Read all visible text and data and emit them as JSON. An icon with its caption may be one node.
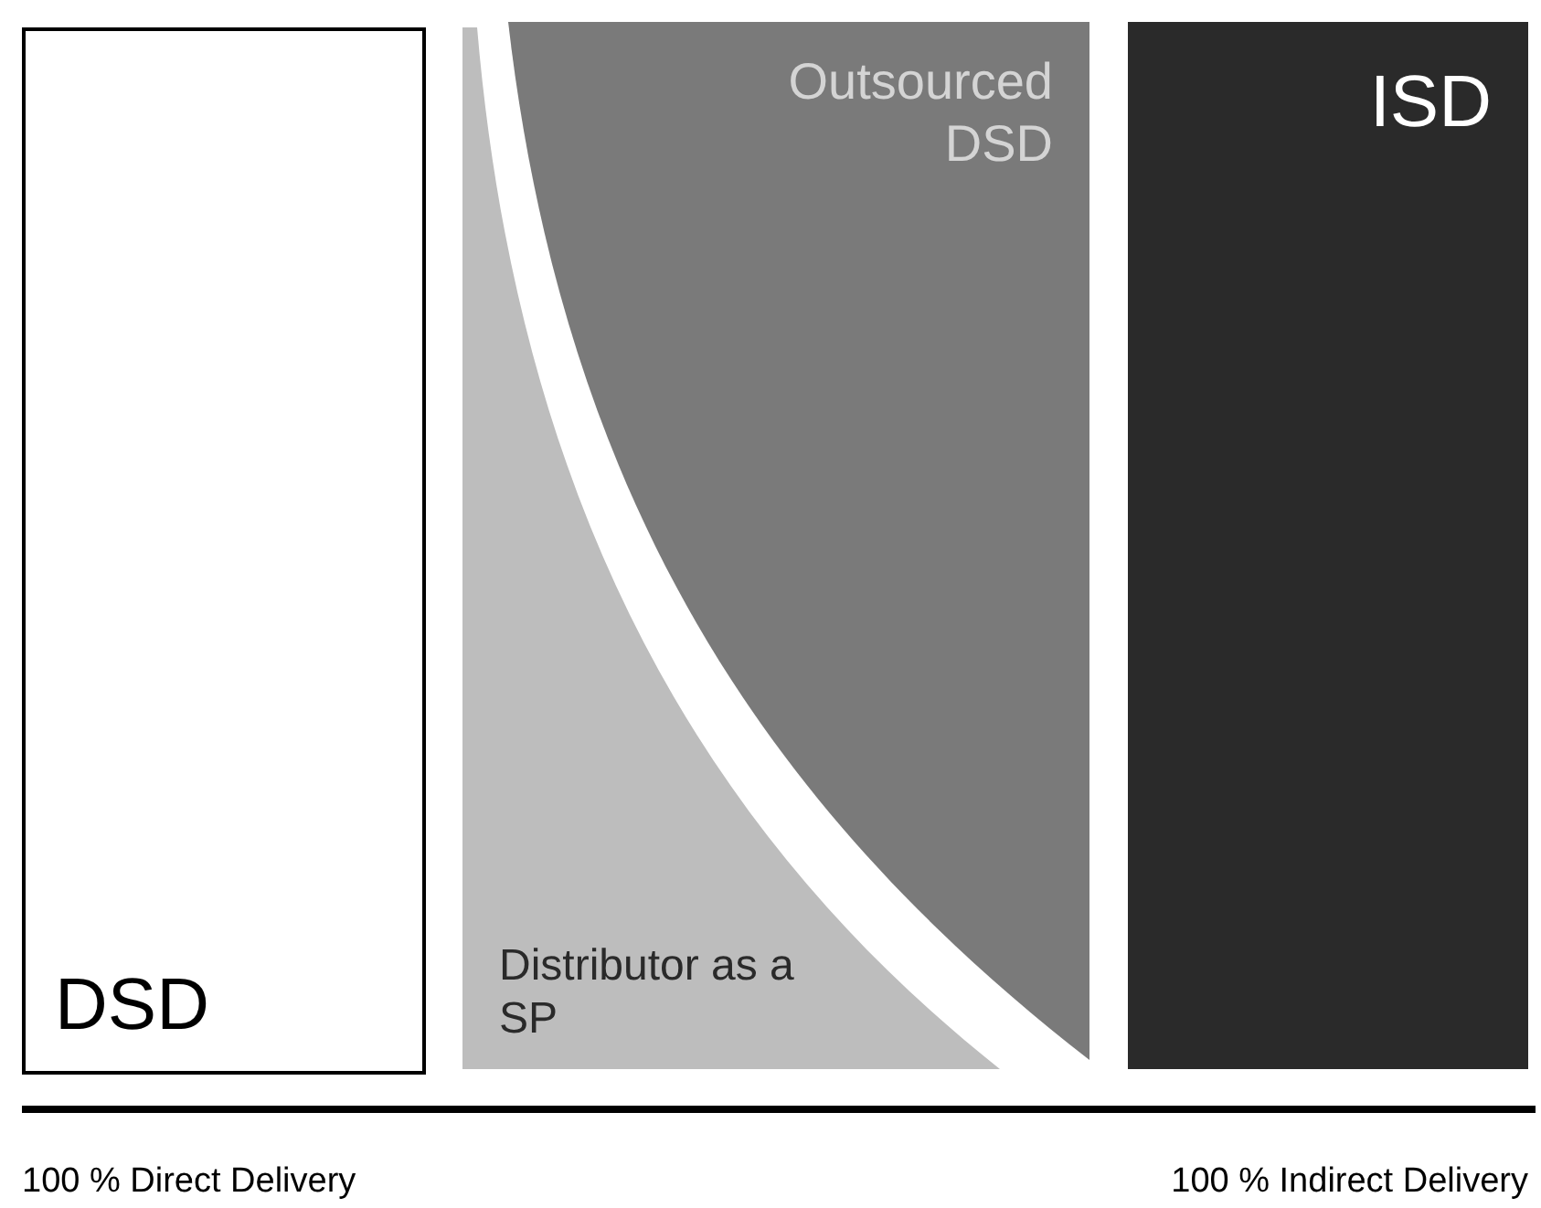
{
  "diagram": {
    "nodes": [
      {
        "text": [
          "DSD"
        ]
      },
      {
        "text": [
          "Distributor as a SP"
        ]
      },
      {
        "text": [
          "Outsourced DSD"
        ]
      },
      {
        "text": [
          "ISD"
        ]
      }
    ],
    "labels": [
      "100 % Direct Delivery",
      "100 % Indirect Delivery"
    ]
  }
}
